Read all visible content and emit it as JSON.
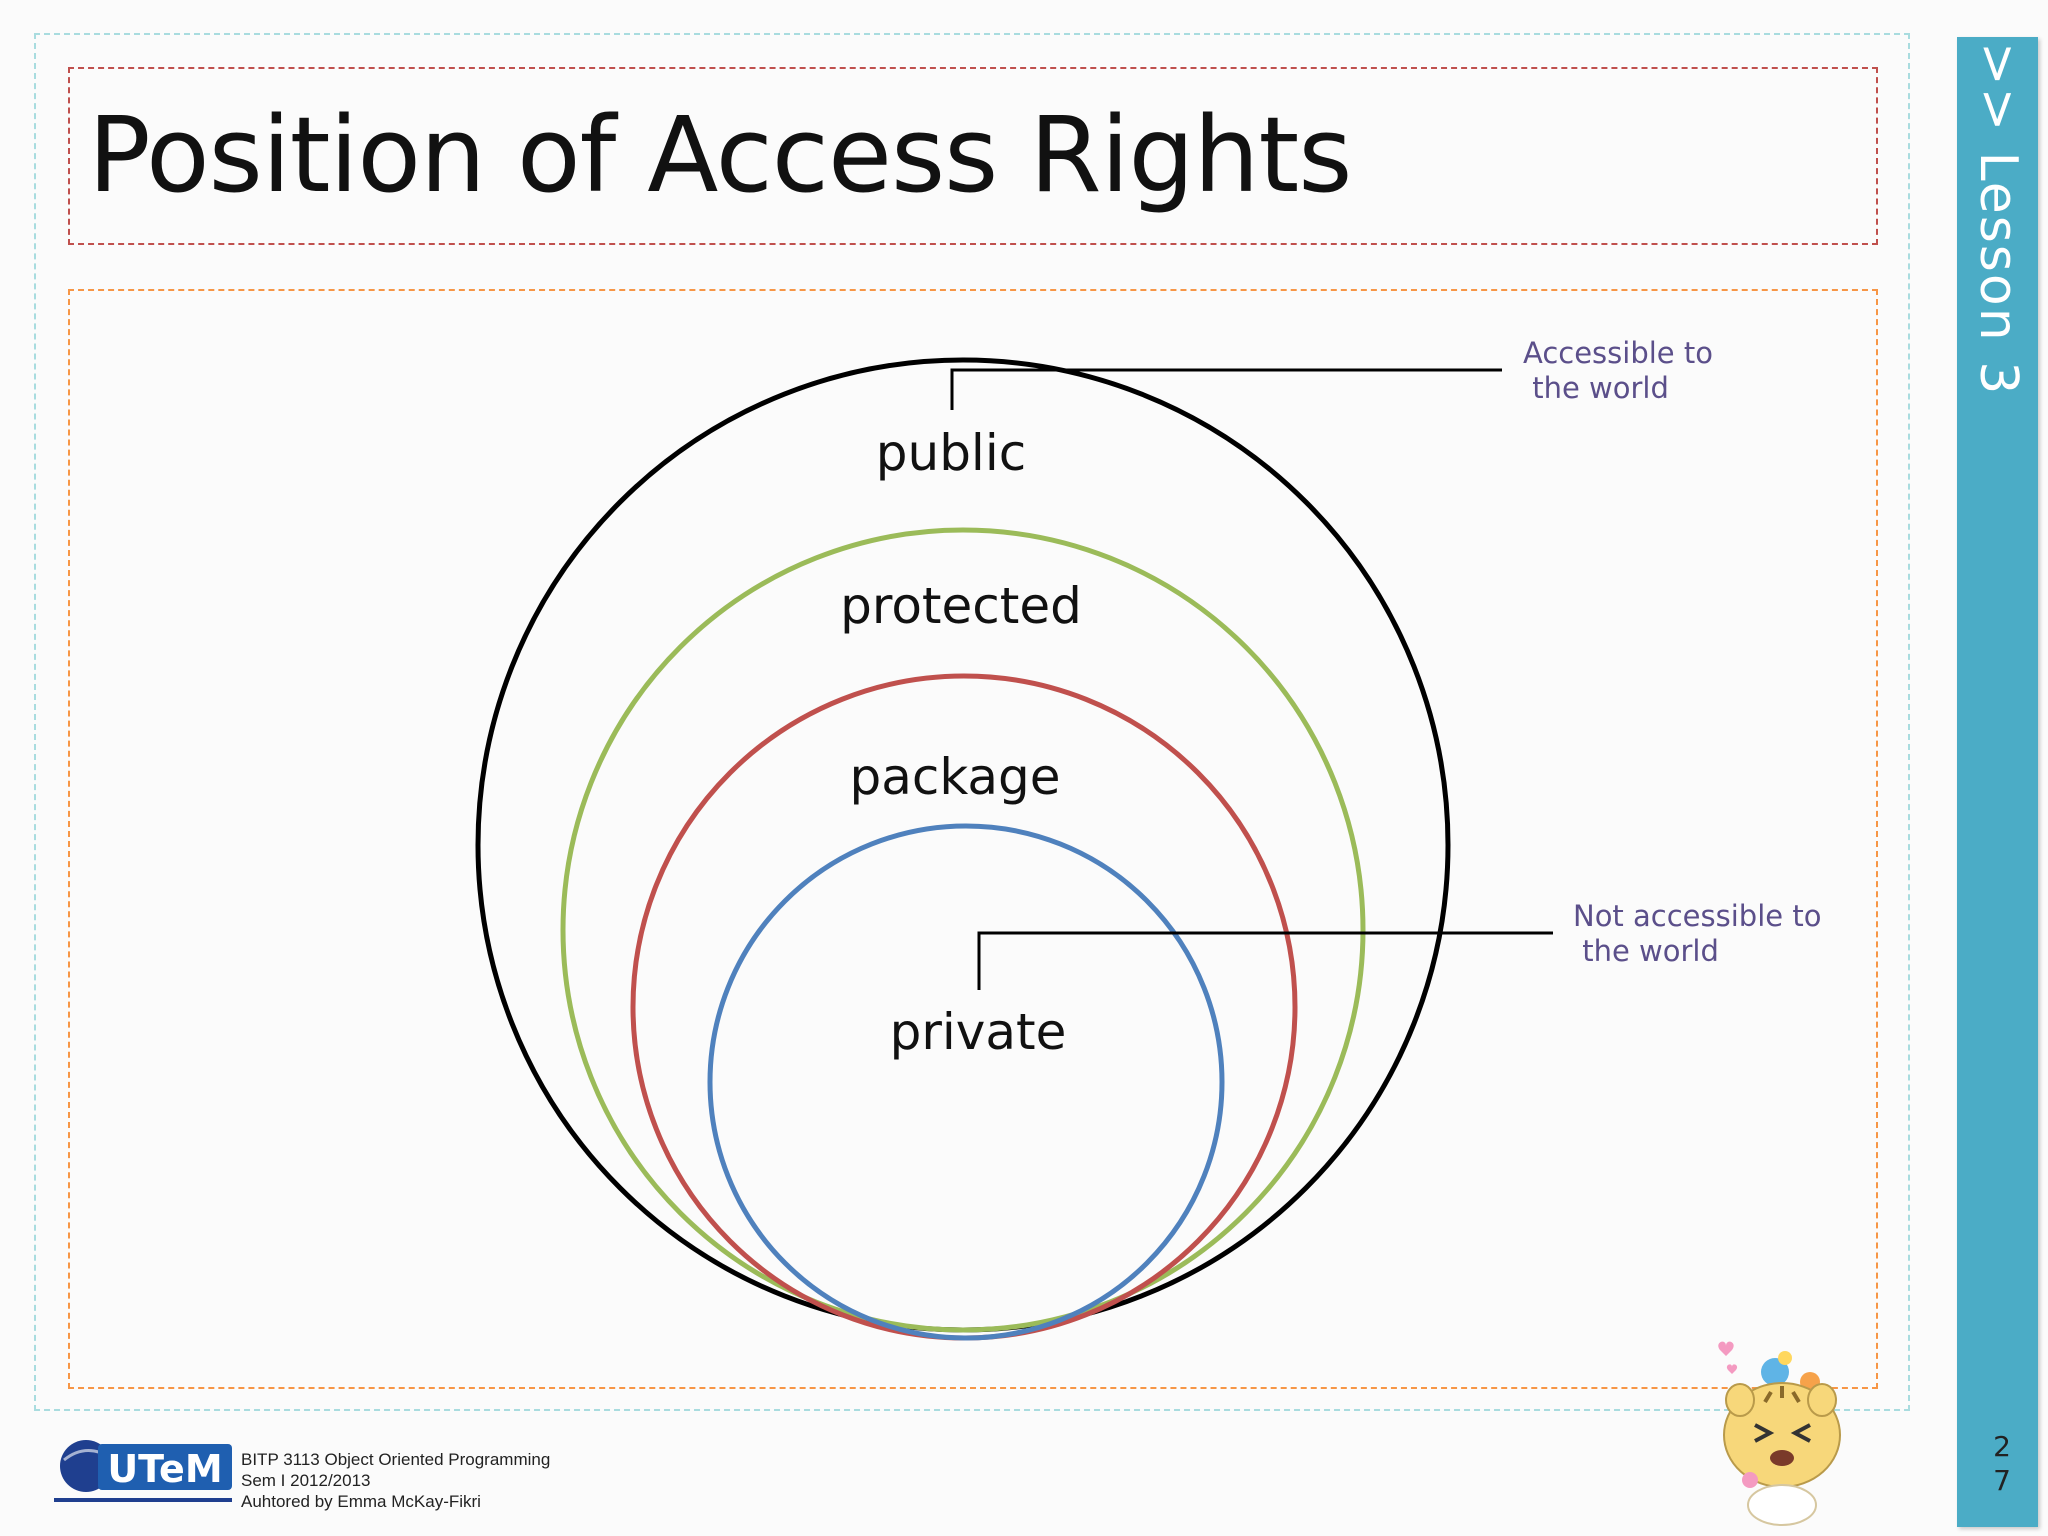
{
  "slide": {
    "title": "Position of Access Rights",
    "side_label": ">> Lesson 3",
    "page_number": "27"
  },
  "diagram": {
    "circles": [
      {
        "label": "public",
        "color": "#000000"
      },
      {
        "label": "protected",
        "color": "#9bbb59"
      },
      {
        "label": "package",
        "color": "#c0504d"
      },
      {
        "label": "private",
        "color": "#4f81bd"
      }
    ],
    "callouts": {
      "top": {
        "line1": "Accessible to",
        "line2": " the world"
      },
      "bottom": {
        "line1": "Not accessible to",
        "line2": " the world"
      },
      "text_color": "#5b4f8a"
    }
  },
  "footer": {
    "logo_text": "UTeM",
    "line1": "BITP 3113 Object Oriented Programming",
    "line2": "Sem I 2012/2013",
    "line3": "Auhtored by  Emma McKay-Fikri"
  },
  "colors": {
    "accent_bar": "#4bacc6",
    "title_frame": "#c0504d",
    "content_frame": "#f79646",
    "outer_frame": "#a9dcdf"
  }
}
